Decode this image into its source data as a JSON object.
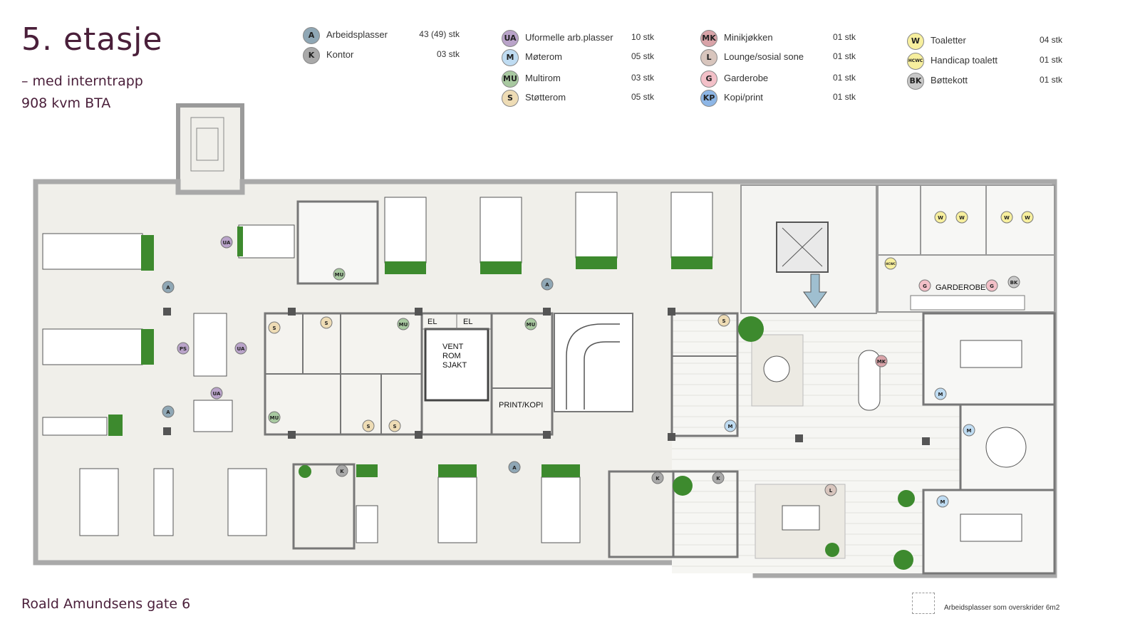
{
  "header": {
    "title": "5. etasje",
    "subtitle": "– med interntrapp",
    "area": "908 kvm BTA"
  },
  "address": "Roald Amundsens gate 6",
  "legend": [
    {
      "code": "A",
      "label": "Arbeidsplasser",
      "count": "43 (49) stk",
      "color": "#8fa7b5"
    },
    {
      "code": "K",
      "label": "Kontor",
      "count": "03 stk",
      "color": "#a9a9a9"
    },
    {
      "code": "UA",
      "label": "Uformelle arb.plasser",
      "count": "10 stk",
      "color": "#b9a3c9"
    },
    {
      "code": "M",
      "label": "Møterom",
      "count": "05 stk",
      "color": "#bfdcf2"
    },
    {
      "code": "MU",
      "label": "Multirom",
      "count": "03 stk",
      "color": "#a8c9a0"
    },
    {
      "code": "S",
      "label": "Støtterom",
      "count": "05 stk",
      "color": "#eedcb5"
    },
    {
      "code": "MK",
      "label": "Minikjøkken",
      "count": "01 stk",
      "color": "#d9a3a8"
    },
    {
      "code": "L",
      "label": "Lounge/sosial sone",
      "count": "01 stk",
      "color": "#d8c5bd"
    },
    {
      "code": "G",
      "label": "Garderobe",
      "count": "01 stk",
      "color": "#f3c0c8"
    },
    {
      "code": "KP",
      "label": "Kopi/print",
      "count": "01 stk",
      "color": "#8db6e6"
    },
    {
      "code": "W",
      "label": "Toaletter",
      "count": "04 stk",
      "color": "#f7ef9e"
    },
    {
      "code": "HCWC",
      "label": "Handicap toalett",
      "count": "01 stk",
      "color": "#f7ef9e"
    },
    {
      "code": "BK",
      "label": "Bøttekott",
      "count": "01 stk",
      "color": "#c8c8c8"
    }
  ],
  "plan_labels": {
    "vent": "VENT",
    "rom": "ROM",
    "sjakt": "SJAKT",
    "el1": "EL",
    "el2": "EL",
    "print": "PRINT/KOPI",
    "garderobe": "GARDEROBE"
  },
  "markers": {
    "a": "A",
    "k": "K",
    "ua": "UA",
    "ps": "PS",
    "mu": "MU",
    "s": "S",
    "m": "M",
    "mk": "MK",
    "l": "L",
    "g": "G",
    "bk": "BK",
    "w": "W",
    "hcwc": "HCWC"
  },
  "footnote": "Arbeidsplasser som overskrider 6m2",
  "colors": {
    "title": "#4a1f3a",
    "floor": "#f0efea",
    "wall": "#a9a9a9",
    "plant": "#3d8a2e"
  }
}
